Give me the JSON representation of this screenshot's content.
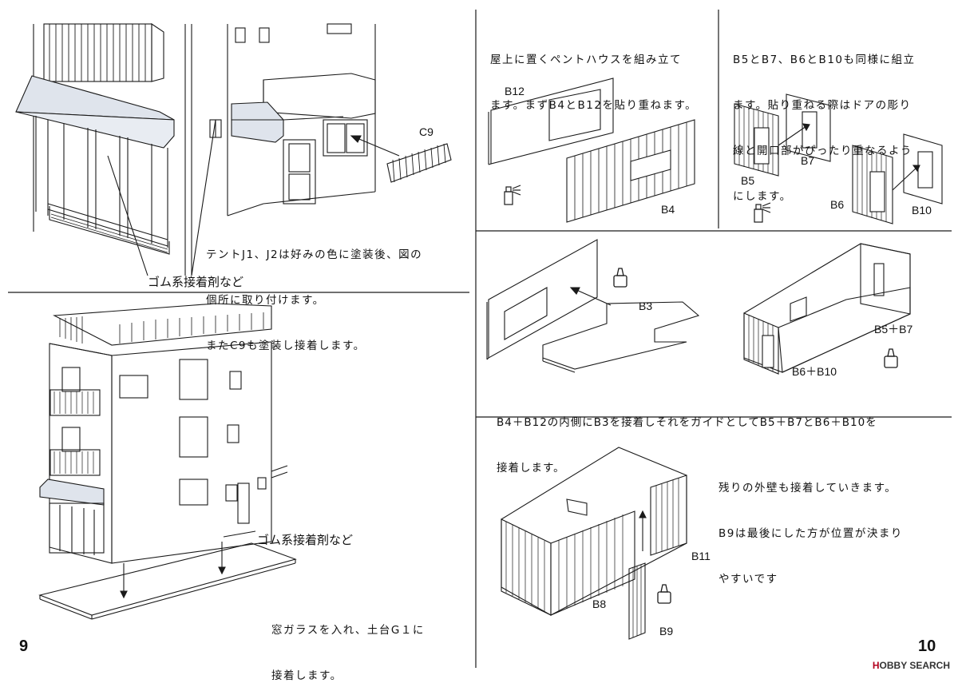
{
  "left_page": {
    "step_text_1": [
      "テントJ1、J2は好みの色に塗装後、図の",
      "個所に取り付けます。",
      "またC9も塗装し接着します。"
    ],
    "glue_label_1": "ゴム系接着剤など",
    "part_c9": "C9",
    "glue_label_2": "ゴム系接着剤など",
    "step_text_2": [
      "窓ガラスを入れ、土台G１に",
      "接着します。"
    ],
    "page_number": "9"
  },
  "right_page": {
    "penthouse_text": [
      "屋上に置くペントハウスを組み立て",
      "ます。まずB4とB12を貼り重ねます。"
    ],
    "part_b12": "B12",
    "part_b4": "B4",
    "b5_text": [
      "B5とB7、B6とB10も同様に組立",
      "ます。貼り重ねる際はドアの彫り",
      "線と開口部がぴったり重なるよう",
      "にします。"
    ],
    "part_b5": "B5",
    "part_b7": "B7",
    "part_b6": "B6",
    "part_b10": "B10",
    "part_b3": "B3",
    "part_b5_b7": "B5＋B7",
    "part_b6_b10": "B6＋B10",
    "guide_text": [
      "B4＋B12の内側にB3を接着しそれをガイドとしてB5＋B7とB6＋B10を",
      "接着します。"
    ],
    "walls_text": [
      "残りの外壁も接着していきます。",
      "B9は最後にした方が位置が決まり",
      "やすいです"
    ],
    "part_b11": "B11",
    "part_b8": "B8",
    "part_b9": "B9",
    "page_number": "10"
  },
  "watermark": {
    "brand_h": "H",
    "brand_rest": "OBBY SEARCH"
  },
  "colors": {
    "line": "#1a1a1a",
    "watermark_red": "#b2001e",
    "awning": "#dfe4ec"
  },
  "icons": [
    "glue-bottle-icon",
    "spray-can-icon",
    "arrow-icon"
  ]
}
